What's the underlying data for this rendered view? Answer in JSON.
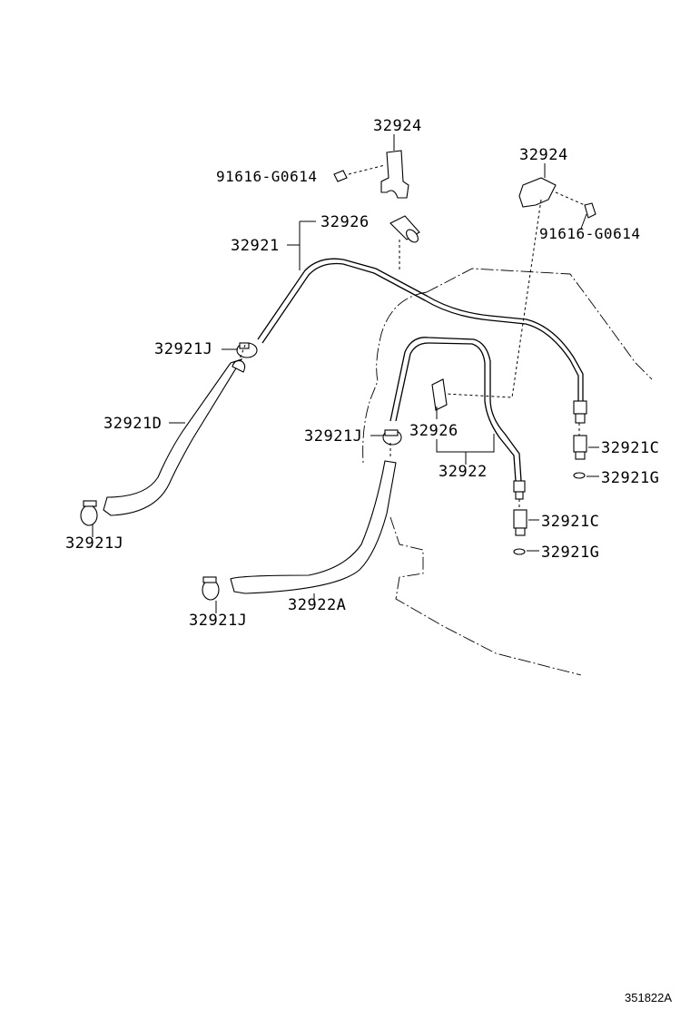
{
  "diagram": {
    "labels": {
      "bracket_top": "32924",
      "bolt_left": "91616-G0614",
      "bracket_right": "32924",
      "bolt_right": "91616-G0614",
      "tube_upper": "32921",
      "sleeve_top": "32926",
      "clamp_left_upper": "32921J",
      "hose_left": "32921D",
      "clamp_left_lower": "32921J",
      "clamp_mid": "32921J",
      "sleeve_mid": "32926",
      "tube_lower": "32922",
      "connector_right_upper": "32921C",
      "oring_right_upper": "32921G",
      "connector_right_lower": "32921C",
      "oring_right_lower": "32921G",
      "hose_lower": "32922A",
      "clamp_bottom": "32921J"
    },
    "reference_code": "351822A"
  }
}
